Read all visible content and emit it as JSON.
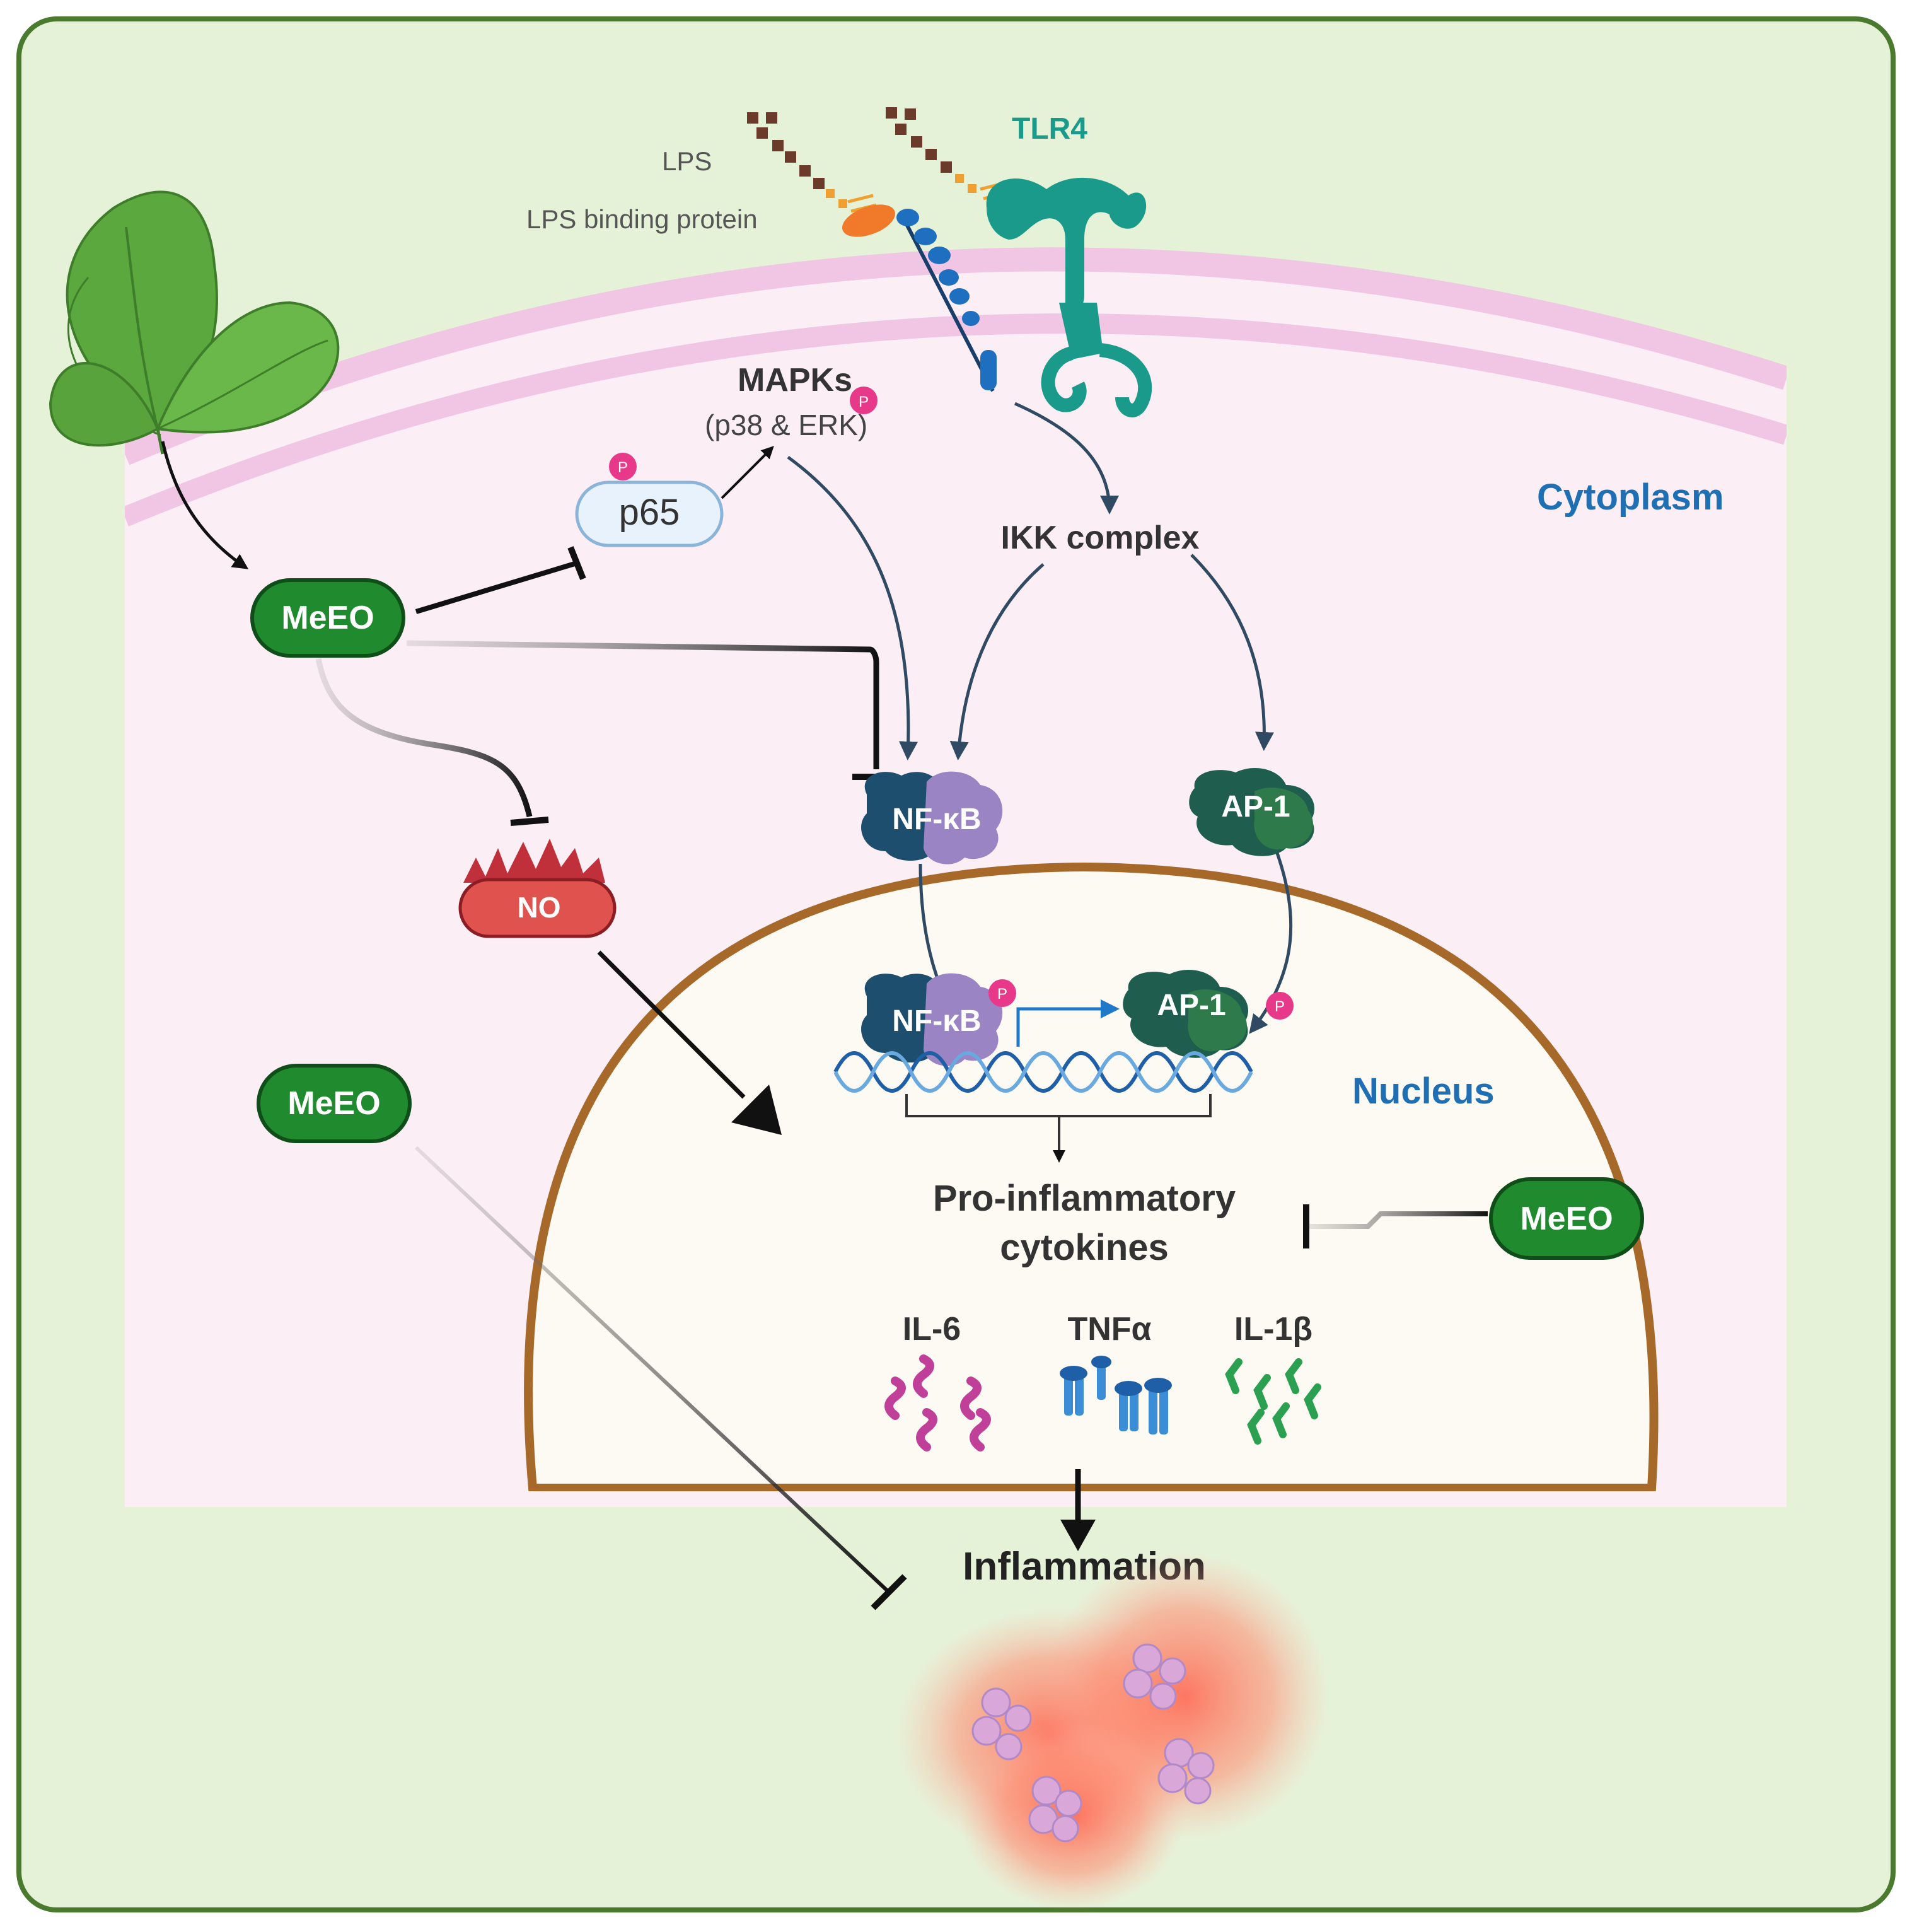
{
  "labels": {
    "tlr4": "TLR4",
    "lps": "LPS",
    "lps_binding_protein": "LPS binding protein",
    "mapks": "MAPKs",
    "mapks_sub": "(p38 & ERK)",
    "p65": "p65",
    "ikk_complex": "IKK complex",
    "cytoplasm": "Cytoplasm",
    "nucleus": "Nucleus",
    "nfkb": "NF-κB",
    "ap1": "AP-1",
    "no": "NO",
    "phospho": "P",
    "cytokines_line1": "Pro-inflammatory",
    "cytokines_line2": "cytokines",
    "il6": "IL-6",
    "tnfa": "TNFα",
    "il1b": "IL-1β",
    "inflammation": "Inflammation",
    "meeo": "MeEO"
  },
  "colors": {
    "outer_bg": "#e6f2d8",
    "outer_border": "#4a7a2e",
    "cytoplasm_bg": "#fbeef5",
    "membrane": "#f0c6e4",
    "nucleus_bg": "#fcfaf2",
    "nucleus_border": "#a6692a",
    "meeo_fill": "#1f8a2e",
    "label_blue": "#1f6fb5",
    "tlr4_teal": "#1a9a8a",
    "nfkb_dark": "#1d4e6e",
    "nfkb_purple": "#9a84c4",
    "ap1_dark": "#1f5e4e",
    "ap1_green": "#2f7a4a",
    "no_red": "#e0524e",
    "phospho_pink": "#e8388a",
    "il6_color": "#c03f98",
    "tnfa_color": "#3b8ed6",
    "il1b_color": "#2aa050",
    "arrow_dark": "#2f4a62"
  }
}
